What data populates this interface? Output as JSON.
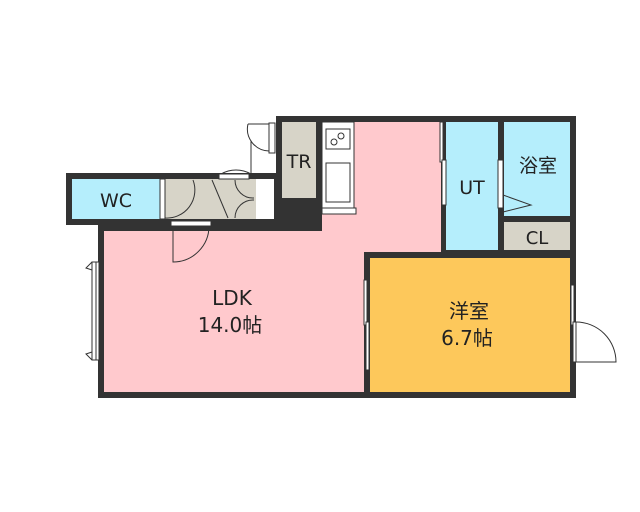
{
  "rooms": {
    "wc": "WC",
    "tr": "TR",
    "ut": "UT",
    "bath": "浴室",
    "cl": "CL",
    "ldk": {
      "name": "LDK",
      "size": "14.0帖"
    },
    "western": {
      "name": "洋室",
      "size": "6.7帖"
    }
  },
  "colors": {
    "wall": "#333333",
    "ldk": "#ffc9cd",
    "wet": "#b5eefc",
    "storage": "#d7d4c8",
    "western": "#fdc85b"
  }
}
